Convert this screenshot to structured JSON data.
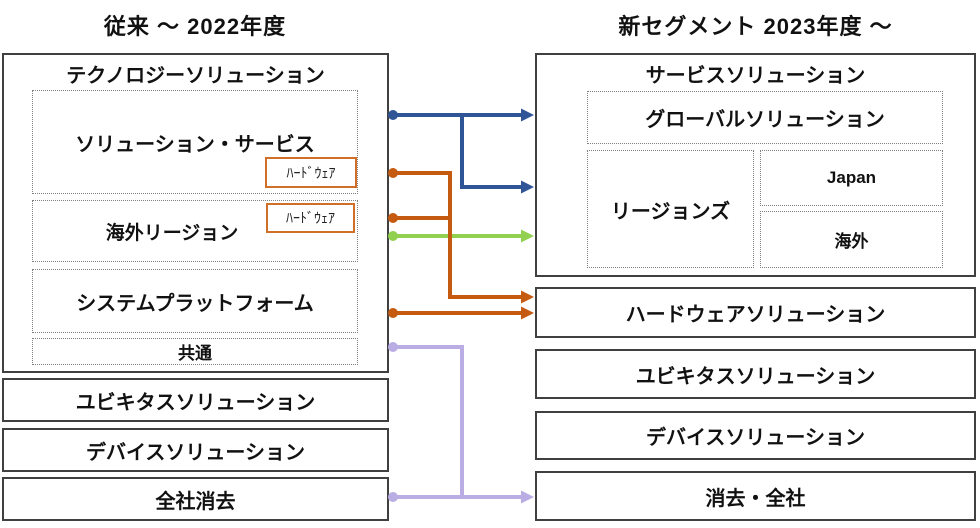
{
  "titles": {
    "left": "従来 ～ 2022年度",
    "right": "新セグメント 2023年度 ～"
  },
  "left": {
    "technology": {
      "label": "テクノロジーソリューション"
    },
    "solution_services": {
      "label": "ソリューション・サービス"
    },
    "hardware_tag_top": {
      "label": "ﾊｰﾄﾞｳｪｱ"
    },
    "overseas_regions": {
      "label": "海外リージョン"
    },
    "hardware_tag_bottom": {
      "label": "ﾊｰﾄﾞｳｪｱ"
    },
    "system_platforms": {
      "label": "システムプラットフォーム"
    },
    "common": {
      "label": "共通"
    },
    "ubiquitous": {
      "label": "ユビキタスソリューション"
    },
    "device": {
      "label": "デバイスソリューション"
    },
    "eliminations": {
      "label": "全社消去"
    }
  },
  "right": {
    "service": {
      "label": "サービスソリューション"
    },
    "global": {
      "label": "グローバルソリューション"
    },
    "regions": {
      "label": "リージョンズ"
    },
    "japan": {
      "label": "Japan"
    },
    "overseas": {
      "label": "海外"
    },
    "hardware": {
      "label": "ハードウェアソリューション"
    },
    "ubiquitous": {
      "label": "ユビキタスソリューション"
    },
    "device": {
      "label": "デバイスソリューション"
    },
    "eliminations": {
      "label": "消去・全社"
    }
  },
  "connections": [
    {
      "from": "ソリューション・サービス",
      "to": "グローバルソリューション",
      "color": "blue"
    },
    {
      "from": "ソリューション・サービス",
      "to": "リージョンズ",
      "color": "blue"
    },
    {
      "from": "ﾊｰﾄﾞｳｪｱ (ソリューション・サービス)",
      "to": "ハードウェアソリューション",
      "color": "orange"
    },
    {
      "from": "ﾊｰﾄﾞｳｪｱ (海外リージョン)",
      "to": "ハードウェアソリューション",
      "color": "orange"
    },
    {
      "from": "システムプラットフォーム",
      "to": "ハードウェアソリューション",
      "color": "orange"
    },
    {
      "from": "海外リージョン",
      "to": "リージョンズ / 海外",
      "color": "green"
    },
    {
      "from": "共通",
      "to": "消去・全社",
      "color": "lavender"
    },
    {
      "from": "全社消去",
      "to": "消去・全社",
      "color": "lavender"
    }
  ],
  "colors": {
    "blue": "#2F5597",
    "orange": "#C55A11",
    "green": "#92D050",
    "lavender": "#B9ADE4",
    "box_border": "#404040",
    "dotted_border": "#7F7F7F",
    "hardware_tag_border": "#D07028"
  }
}
